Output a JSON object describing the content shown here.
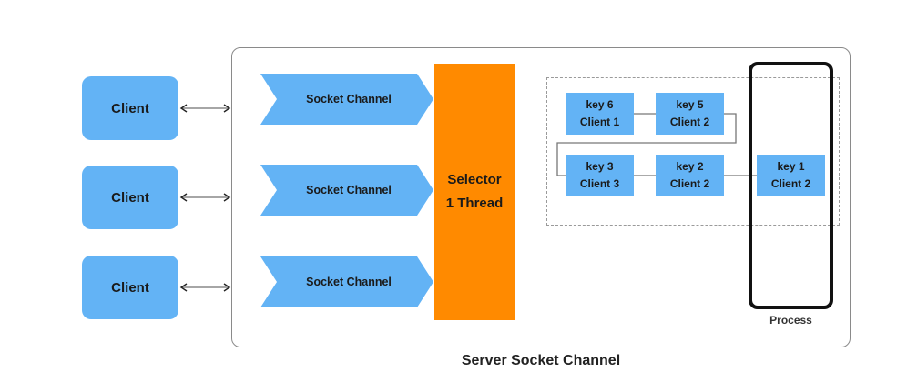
{
  "clients": [
    {
      "label": "Client"
    },
    {
      "label": "Client"
    },
    {
      "label": "Client"
    }
  ],
  "socket_channels": [
    {
      "label": "Socket Channel"
    },
    {
      "label": "Socket Channel"
    },
    {
      "label": "Socket Channel"
    }
  ],
  "selector": {
    "line1": "Selector",
    "line2": "1 Thread"
  },
  "keys": [
    {
      "key": "key 6",
      "client": "Client 1"
    },
    {
      "key": "key 5",
      "client": "Client 2"
    },
    {
      "key": "key 3",
      "client": "Client 3"
    },
    {
      "key": "key 2",
      "client": "Client 2"
    },
    {
      "key": "key 1",
      "client": "Client 2"
    }
  ],
  "process": {
    "label": "Process"
  },
  "server": {
    "label": "Server Socket Channel"
  },
  "colors": {
    "client_fill": "#63b3f5",
    "selector_fill": "#ff8a00",
    "key_fill": "#63b3f5"
  }
}
